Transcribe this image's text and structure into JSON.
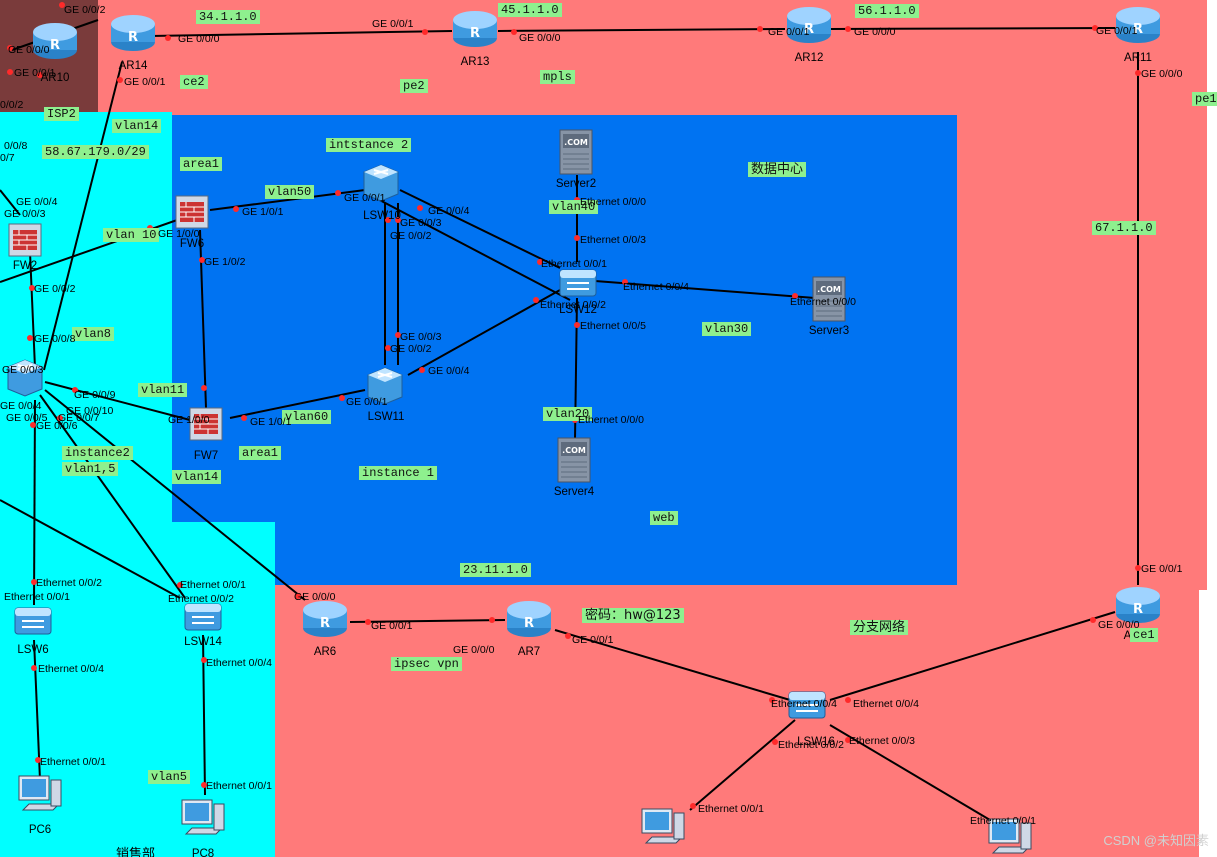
{
  "devices": {
    "ar10": "AR10",
    "ar14": "AR14",
    "ar13": "AR13",
    "ar12": "AR12",
    "ar11": "AR11",
    "fw2": "FW2",
    "fw6": "FW6",
    "fw7": "FW7",
    "lsw10": "LSW10",
    "lsw11": "LSW11",
    "lsw12": "LSW12",
    "server2": "Server2",
    "server3": "Server3",
    "server4": "Server4",
    "ar6": "AR6",
    "ar7": "AR7",
    "ar16": "AR16",
    "lsw6": "LSW6",
    "lsw14": "LSW14",
    "lsw16": "LSW16",
    "pc6": "PC6",
    "pc8": "PC8"
  },
  "tags": {
    "n34": "34.1.1.0",
    "n45": "45.1.1.0",
    "n56": "56.1.1.0",
    "n67": "67.1.1.0",
    "n23": "23.11.1.0",
    "ce2": "ce2",
    "pe2": "pe2",
    "mpls": "mpls",
    "pe1": "pe1",
    "isp2": "ISP2",
    "ce1": "ce1",
    "vlan14a": "vlan14",
    "subnet": "58.67.179.0/29",
    "area1a": "area1",
    "inst2": "intstance 2",
    "vlan50": "vlan50",
    "vlan10": "vlan 10",
    "vlan40": "vlan40",
    "vlan8": "vlan8",
    "vlan11": "vlan11",
    "vlan60": "vlan60",
    "vlan30": "vlan30",
    "vlan20": "vlan20",
    "inst2b": "instance2",
    "vlan15": "vlan1,5",
    "vlan14b": "vlan14",
    "area1b": "area1",
    "inst1": "instance 1",
    "web": "web",
    "ipsec": "ipsec vpn",
    "vlan5": "vlan5"
  },
  "zones": {
    "datacenter": "数据中心",
    "branch": "分支网络",
    "password": "密码：hw@123",
    "dept": "销售部"
  },
  "ports": {
    "p1": "GE 0/0/2",
    "p2": "GE 0/0/0",
    "p3": "GE 0/0/1",
    "p4": "0/0/2",
    "p5": "GE 0/0/0",
    "p6": "GE 0/0/1",
    "p7": "GE 0/0/1",
    "p8": "GE 0/0/0",
    "p9": "GE 0/0/1",
    "p10": "GE 0/0/0",
    "p11": "GE 0/0/1",
    "p12": "GE 0/0/0",
    "p13": "0/0/8",
    "p14": "0/7",
    "p15": "GE 0/0/4",
    "p16": "GE 0/0/3",
    "p17": "GE 0/0/2",
    "p18": "GE 1/0/0",
    "p19": "GE 1/0/1",
    "p20": "GE 1/0/2",
    "p21": "GE 0/0/1",
    "p22": "GE 0/0/4",
    "p23": "GE 0/0/3",
    "p24": "GE 0/0/2",
    "p25": "Ethernet 0/0/0",
    "p26": "Ethernet 0/0/3",
    "p27": "Ethernet 0/0/1",
    "p28": "Ethernet 0/0/4",
    "p29": "Ethernet 0/0/2",
    "p30": "Ethernet 0/0/5",
    "p31": "Ethernet 0/0/0",
    "p32": "GE 0/0/3",
    "p33": "GE 0/0/2",
    "p34": "GE 0/0/4",
    "p35": "GE 0/0/1",
    "p36": "GE 0/0/8",
    "p37": "GE 0/0/3",
    "p38": "GE 0/0/9",
    "p39": "GE 0/0/10",
    "p40": "GE 0/0/4",
    "p41": "GE 0/0/5",
    "p42": "GE 0/0/6",
    "p43": "GE 0/0/7",
    "p44": "GE 1/0/0",
    "p45": "GE 1/0/1",
    "p46": "Ethernet 0/0/0",
    "p47": "Ethernet 0/0/2",
    "p48": "Ethernet 0/0/1",
    "p49": "Ethernet 0/0/4",
    "p50": "Ethernet 0/0/1",
    "p51": "Ethernet 0/0/2",
    "p52": "Ethernet 0/0/4",
    "p53": "Ethernet 0/0/1",
    "p54": "GE 0/0/0",
    "p55": "GE 0/0/1",
    "p56": "GE 0/0/0",
    "p57": "GE 0/0/1",
    "p58": "GE 0/0/1",
    "p59": "GE 0/0/0",
    "p60": "Ethernet 0/0/4",
    "p61": "Ethernet 0/0/4",
    "p62": "Ethernet 0/0/2",
    "p63": "Ethernet 0/0/3",
    "p64": "Ethernet 0/0/1",
    "p65": "Ethernet 0/0/1"
  },
  "watermark": "CSDN @未知因素"
}
